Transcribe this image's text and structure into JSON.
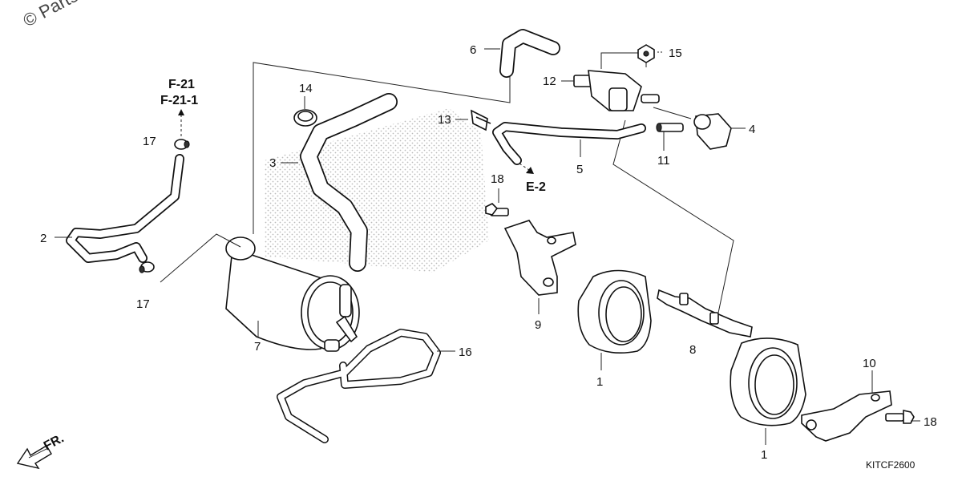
{
  "watermark": "© Parts",
  "references": {
    "top_line1": "F-21",
    "top_line2": "F-21-1",
    "right": "E-2"
  },
  "front_marker": "FR.",
  "diagram_code": "KITCF2600",
  "callouts": {
    "c1a": "1",
    "c1b": "1",
    "c2": "2",
    "c3": "3",
    "c4": "4",
    "c5": "5",
    "c6": "6",
    "c7": "7",
    "c8": "8",
    "c9": "9",
    "c10": "10",
    "c11": "11",
    "c12": "12",
    "c13": "13",
    "c14": "14",
    "c15": "15",
    "c16": "16",
    "c17a": "17",
    "c17b": "17",
    "c18a": "18",
    "c18b": "18"
  }
}
